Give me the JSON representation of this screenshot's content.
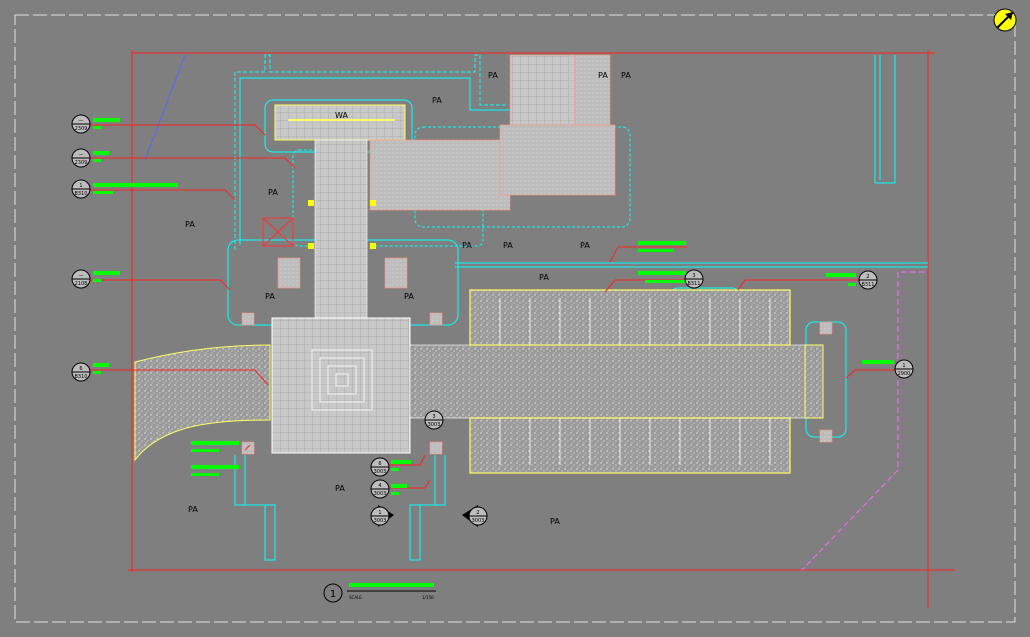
{
  "drawing": {
    "zones": {
      "pa": "PA",
      "wa": "WA"
    },
    "callouts": [
      {
        "id": "callout-left-1",
        "top": "—",
        "bottom": "2309"
      },
      {
        "id": "callout-left-2",
        "top": "—",
        "bottom": "2309"
      },
      {
        "id": "callout-left-3",
        "top": "1",
        "bottom": "B310"
      },
      {
        "id": "callout-left-4",
        "top": "—",
        "bottom": "2108"
      },
      {
        "id": "callout-left-5",
        "top": "6",
        "bottom": "B310"
      },
      {
        "id": "callout-center-6",
        "top": "6",
        "bottom": "3003"
      },
      {
        "id": "callout-center-4",
        "top": "4",
        "bottom": "3003"
      },
      {
        "id": "callout-section-3-top",
        "top": "3",
        "bottom": "3003"
      },
      {
        "id": "callout-right-3",
        "top": "3",
        "bottom": "B311"
      },
      {
        "id": "callout-right-2",
        "top": "2",
        "bottom": "B311"
      },
      {
        "id": "callout-right-1",
        "top": "1",
        "bottom": "2900"
      }
    ],
    "section_markers": [
      {
        "id": "section-1",
        "top": "1",
        "bottom": "3003"
      },
      {
        "id": "section-2",
        "top": "2",
        "bottom": "3003"
      }
    ],
    "title_block": {
      "number": "1",
      "scale_left": "SCALE",
      "scale_right": "1/150"
    }
  },
  "colors": {
    "background": "#7f7f7f",
    "border": "#e0e0e0",
    "red_line": "#ff2020",
    "cyan": "#00ffff",
    "green_text": "#00ff00",
    "yellow": "#ffff66",
    "magenta": "#ff66ff",
    "salmon": "#ff9080",
    "paving": "#c8c8c8",
    "north_arrow": "#ffff00"
  },
  "icons": {
    "north_arrow": "north-arrow-icon"
  }
}
